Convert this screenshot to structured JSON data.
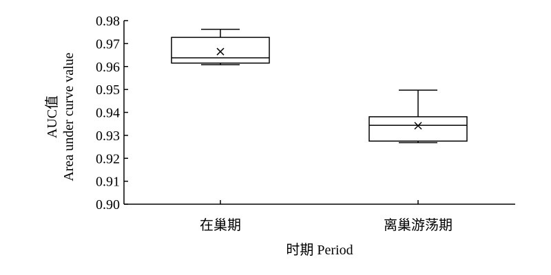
{
  "chart_data": {
    "type": "box",
    "xlabel": "时期 Period",
    "ylabel_line1": "AUC值",
    "ylabel_line2": "Area under curve value",
    "ylim": [
      0.9,
      0.98
    ],
    "yticks": [
      0.9,
      0.91,
      0.92,
      0.93,
      0.94,
      0.95,
      0.96,
      0.97,
      0.98
    ],
    "categories": [
      "在巢期",
      "离巢游荡期"
    ],
    "boxes": [
      {
        "min": 0.9608,
        "q1": 0.9615,
        "median": 0.9638,
        "q3": 0.9727,
        "max": 0.9762,
        "mean": 0.9665
      },
      {
        "min": 0.9268,
        "q1": 0.9275,
        "median": 0.9344,
        "q3": 0.9381,
        "max": 0.9497,
        "mean": 0.9342
      }
    ]
  }
}
